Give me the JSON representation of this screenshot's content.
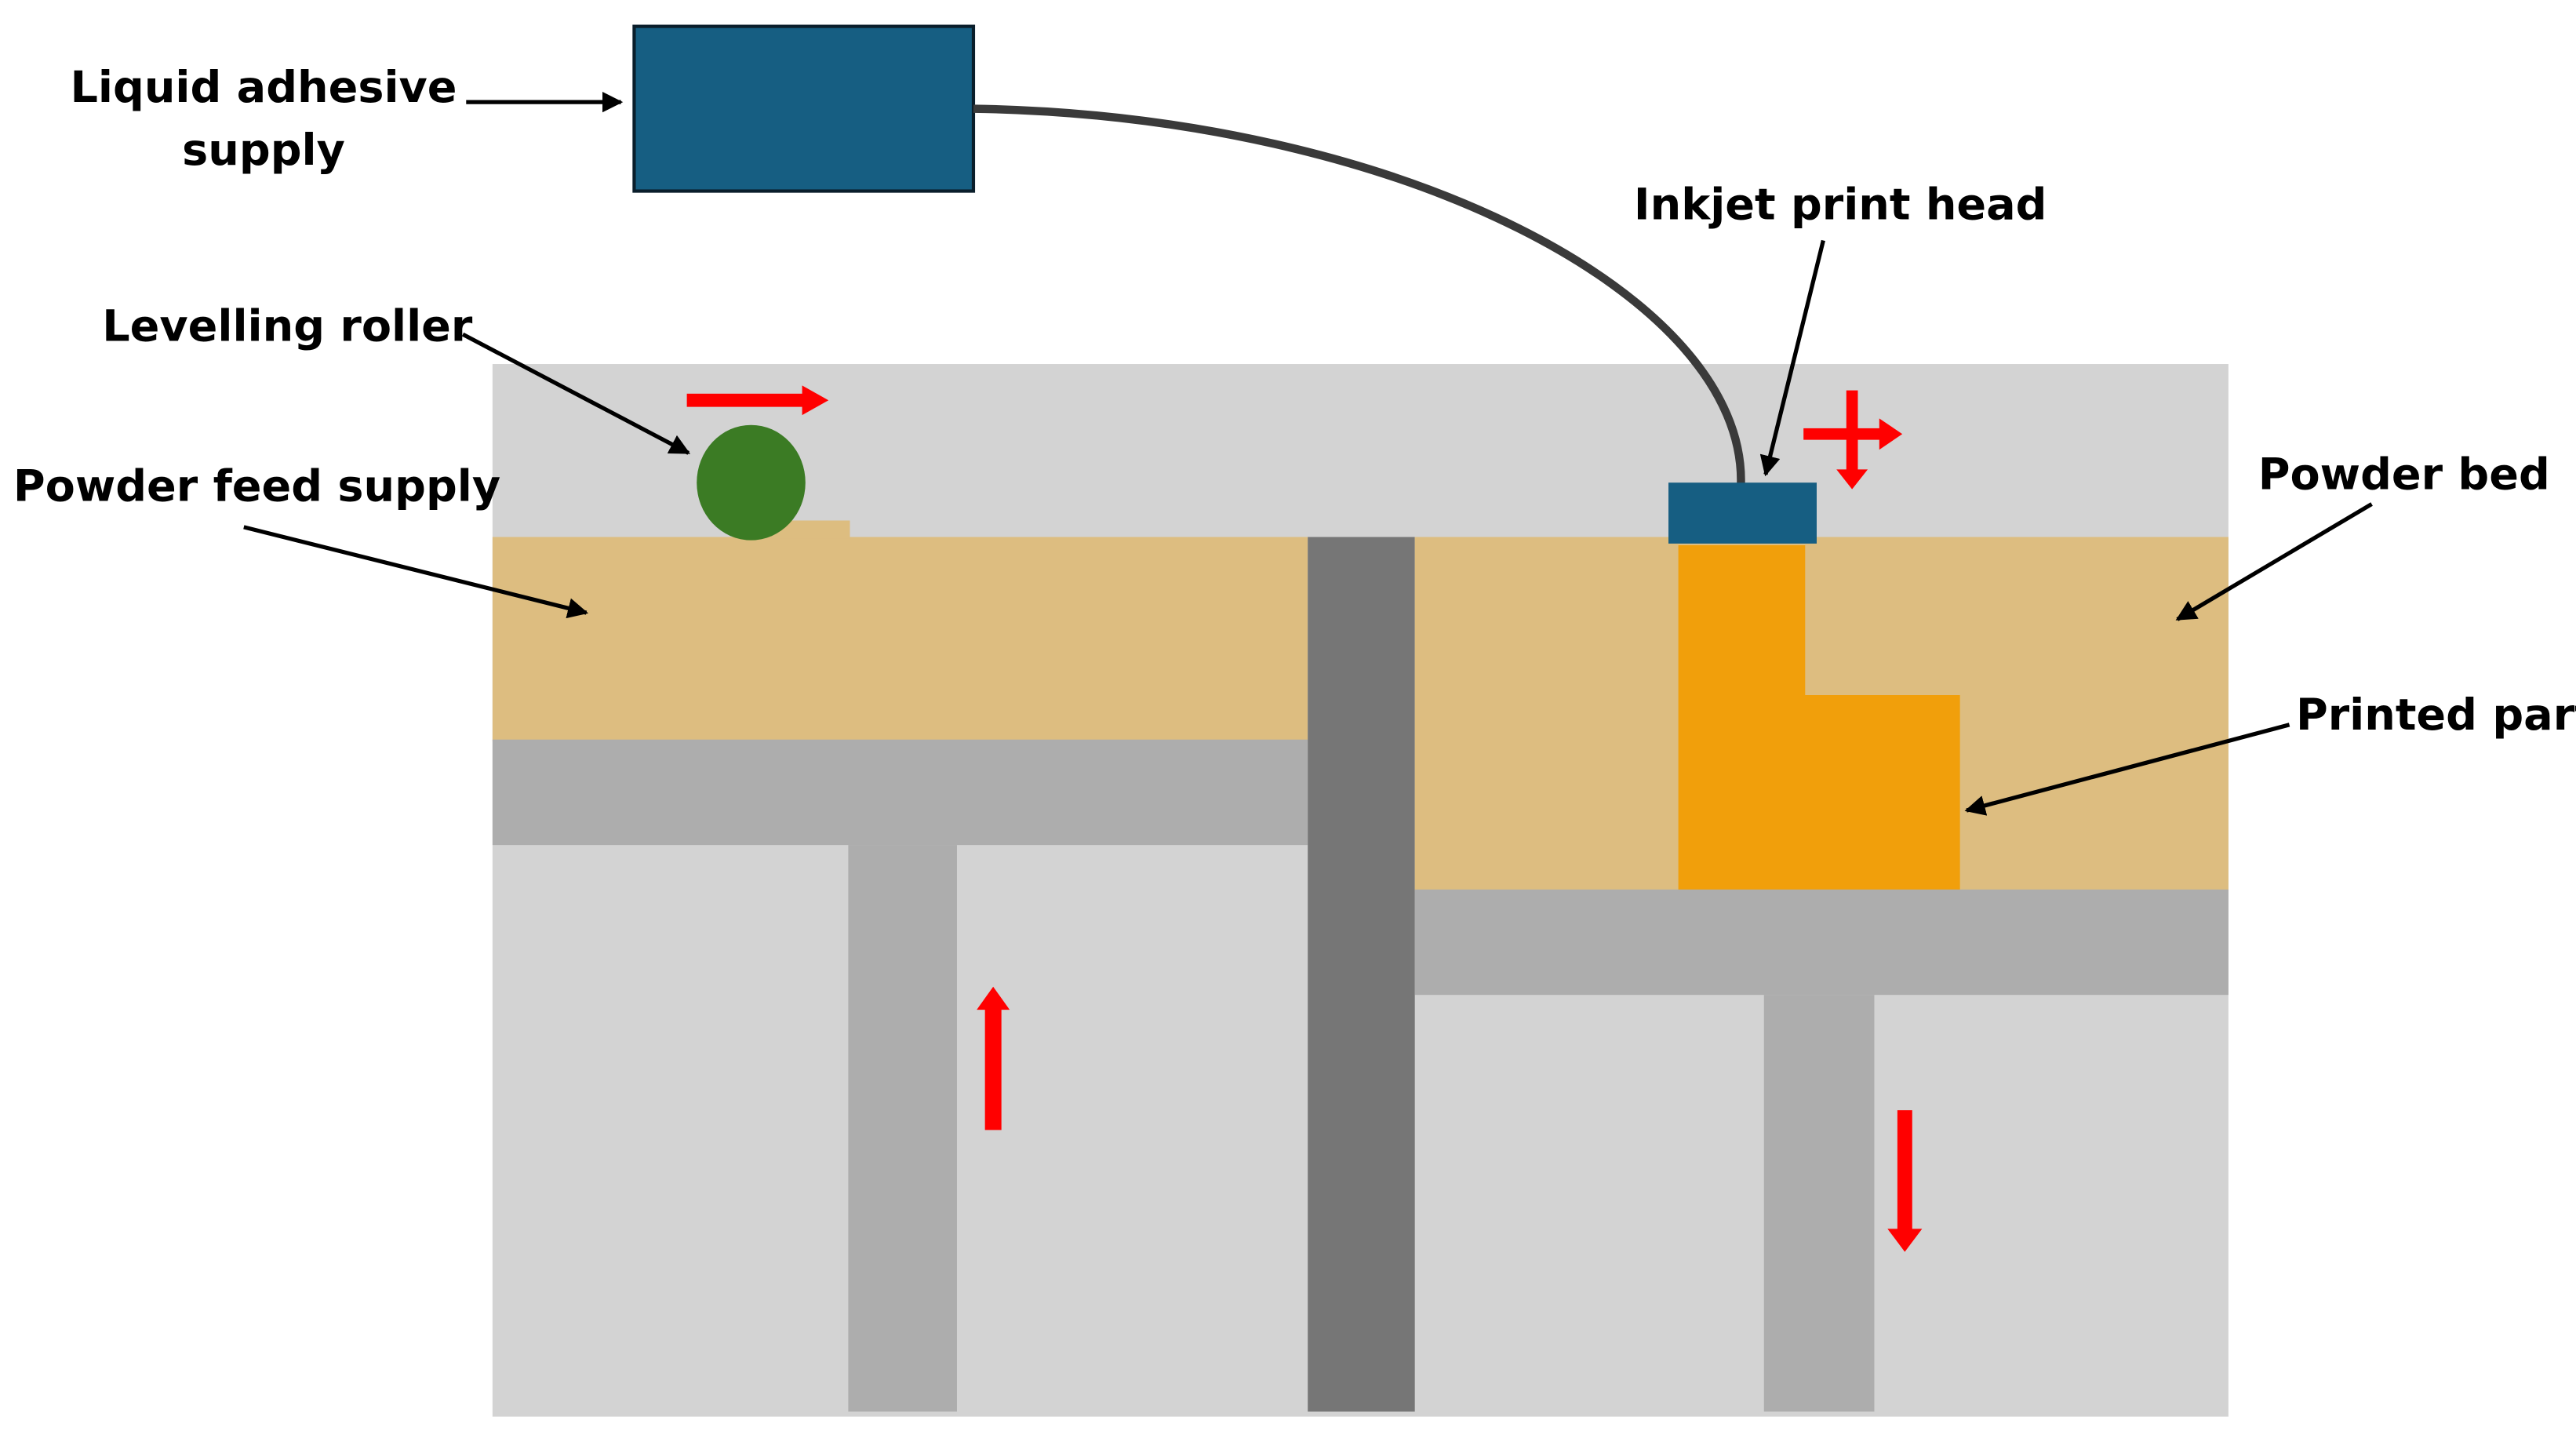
{
  "labels": {
    "adhesive_line1": "Liquid adhesive",
    "adhesive_line2": "supply",
    "roller": "Levelling roller",
    "feed": "Powder feed supply",
    "printhead": "Inkjet print head",
    "bed": "Powder bed",
    "part": "Printed part"
  },
  "colors": {
    "chamber": "#d3d3d3",
    "powder": "#ddbd80",
    "platform": "#adadad",
    "divider": "#767676",
    "reservoir": "#165e82",
    "roller": "#3b7b24",
    "part": "#f19f0b",
    "motion_arrow": "#ff0000",
    "tube": "#3a3a3a"
  },
  "icons": {
    "roller_motion": "arrow-right-icon",
    "printhead_motion": "cross-arrow-icon",
    "feed_motion": "arrow-up-icon",
    "build_motion": "arrow-down-icon"
  }
}
